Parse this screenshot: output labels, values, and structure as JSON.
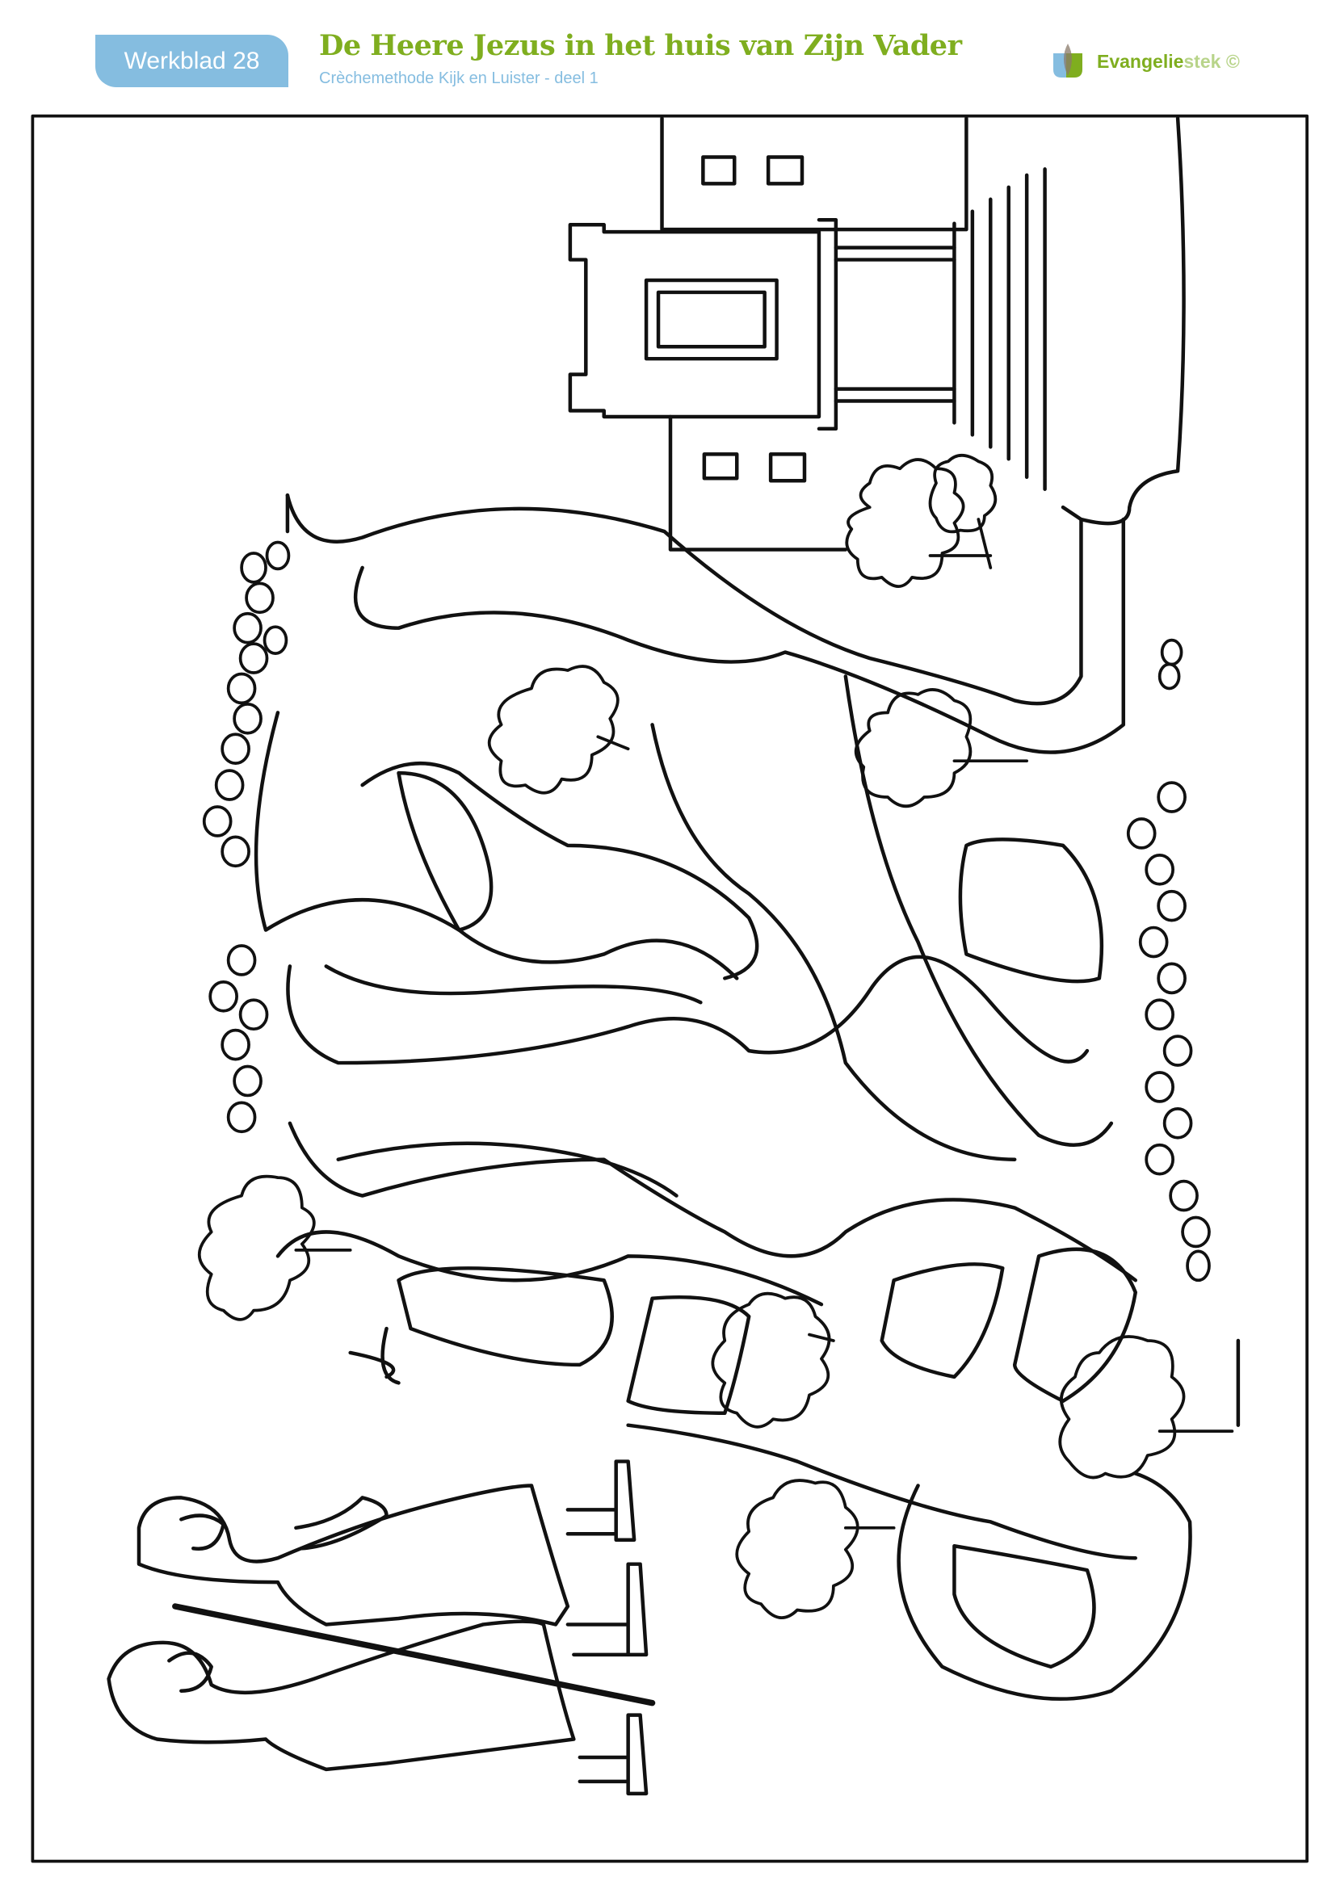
{
  "header": {
    "badge": "Werkblad 28",
    "title": "De Heere Jezus in het huis van Zijn Vader",
    "subtitle": "Crèchemethode Kijk en Luister - deel 1"
  },
  "logo": {
    "name_dark": "Evangelie",
    "name_light": "stek ©",
    "icon": "leaf-logo-icon"
  },
  "colors": {
    "badge": "#85bde0",
    "title": "#7fae1f",
    "logo_light": "#b8d48a",
    "line": "#111111"
  }
}
